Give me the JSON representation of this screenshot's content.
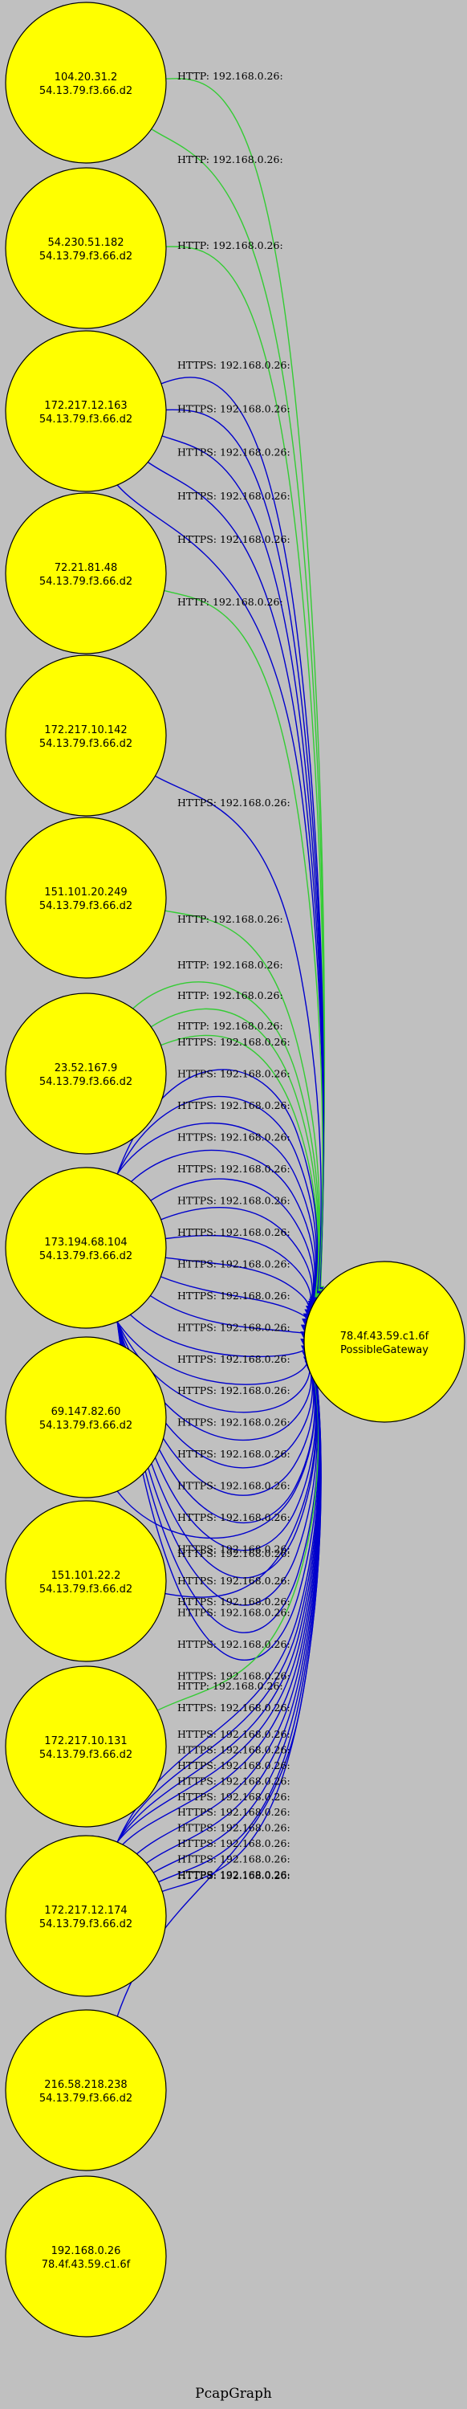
{
  "title": "PcapGraph",
  "colors": {
    "background": "#c0c0c0",
    "node_fill": "#ffff00",
    "node_stroke": "#000000",
    "http_edge": "#33cc33",
    "https_edge": "#0000cc"
  },
  "nodes": [
    {
      "id": "n1",
      "l1": "104.20.31.2",
      "l2": "54.13.79.f3.66.d2"
    },
    {
      "id": "n2",
      "l1": "54.230.51.182",
      "l2": "54.13.79.f3.66.d2"
    },
    {
      "id": "n3",
      "l1": "172.217.12.163",
      "l2": "54.13.79.f3.66.d2"
    },
    {
      "id": "n4",
      "l1": "72.21.81.48",
      "l2": "54.13.79.f3.66.d2"
    },
    {
      "id": "n5",
      "l1": "172.217.10.142",
      "l2": "54.13.79.f3.66.d2"
    },
    {
      "id": "n6",
      "l1": "151.101.20.249",
      "l2": "54.13.79.f3.66.d2"
    },
    {
      "id": "n7",
      "l1": "23.52.167.9",
      "l2": "54.13.79.f3.66.d2"
    },
    {
      "id": "n8",
      "l1": "173.194.68.104",
      "l2": "54.13.79.f3.66.d2"
    },
    {
      "id": "n9",
      "l1": "69.147.82.60",
      "l2": "54.13.79.f3.66.d2"
    },
    {
      "id": "n10",
      "l1": "151.101.22.2",
      "l2": "54.13.79.f3.66.d2"
    },
    {
      "id": "n11",
      "l1": "172.217.10.131",
      "l2": "54.13.79.f3.66.d2"
    },
    {
      "id": "n12",
      "l1": "172.217.12.174",
      "l2": "54.13.79.f3.66.d2"
    },
    {
      "id": "n13",
      "l1": "216.58.218.238",
      "l2": "54.13.79.f3.66.d2"
    },
    {
      "id": "n14",
      "l1": "192.168.0.26",
      "l2": "78.4f.43.59.c1.6f"
    },
    {
      "id": "gw",
      "l1": "78.4f.43.59.c1.6f",
      "l2": "PossibleGateway"
    }
  ],
  "edges": [
    {
      "from": "n1",
      "type": "http",
      "label": "HTTP: 192.168.0.26:"
    },
    {
      "from": "n1",
      "type": "http",
      "label": "HTTP: 192.168.0.26:"
    },
    {
      "from": "n2",
      "type": "http",
      "label": "HTTP: 192.168.0.26:"
    },
    {
      "from": "n3",
      "type": "https",
      "label": "HTTPS: 192.168.0.26:"
    },
    {
      "from": "n3",
      "type": "https",
      "label": "HTTPS: 192.168.0.26:"
    },
    {
      "from": "n3",
      "type": "https",
      "label": "HTTPS: 192.168.0.26:"
    },
    {
      "from": "n3",
      "type": "https",
      "label": "HTTPS: 192.168.0.26:"
    },
    {
      "from": "n3",
      "type": "https",
      "label": "HTTPS: 192.168.0.26:"
    },
    {
      "from": "n4",
      "type": "http",
      "label": "HTTP: 192.168.0.26:"
    },
    {
      "from": "n5",
      "type": "https",
      "label": "HTTPS: 192.168.0.26:"
    },
    {
      "from": "n6",
      "type": "http",
      "label": "HTTP: 192.168.0.26:"
    },
    {
      "from": "n7",
      "type": "http",
      "label": "HTTP: 192.168.0.26:"
    },
    {
      "from": "n7",
      "type": "http",
      "label": "HTTP: 192.168.0.26:"
    },
    {
      "from": "n7",
      "type": "http",
      "label": "HTTP: 192.168.0.26:"
    },
    {
      "from": "n8",
      "type": "https",
      "label": "HTTPS: 192.168.0.26:"
    },
    {
      "from": "n8",
      "type": "https",
      "label": "HTTPS: 192.168.0.26:"
    },
    {
      "from": "n8",
      "type": "https",
      "label": "HTTPS: 192.168.0.26:"
    },
    {
      "from": "n8",
      "type": "https",
      "label": "HTTPS: 192.168.0.26:"
    },
    {
      "from": "n8",
      "type": "https",
      "label": "HTTPS: 192.168.0.26:"
    },
    {
      "from": "n8",
      "type": "https",
      "label": "HTTPS: 192.168.0.26:"
    },
    {
      "from": "n8",
      "type": "https",
      "label": "HTTPS: 192.168.0.26:"
    },
    {
      "from": "n8",
      "type": "https",
      "label": "HTTPS: 192.168.0.26:"
    },
    {
      "from": "n8",
      "type": "https",
      "label": "HTTPS: 192.168.0.26:"
    },
    {
      "from": "n8",
      "type": "https",
      "label": "HTTPS: 192.168.0.26:"
    },
    {
      "from": "n8",
      "type": "https",
      "label": "HTTPS: 192.168.0.26:"
    },
    {
      "from": "n8",
      "type": "https",
      "label": "HTTPS: 192.168.0.26:"
    },
    {
      "from": "n8",
      "type": "https",
      "label": "HTTPS: 192.168.0.26:"
    },
    {
      "from": "n8",
      "type": "https",
      "label": "HTTPS: 192.168.0.26:"
    },
    {
      "from": "n8",
      "type": "https",
      "label": "HTTPS: 192.168.0.26:"
    },
    {
      "from": "n8",
      "type": "https",
      "label": "HTTPS: 192.168.0.26:"
    },
    {
      "from": "n8",
      "type": "https",
      "label": "HTTPS: 192.168.0.26:"
    },
    {
      "from": "n8",
      "type": "https",
      "label": "HTTPS: 192.168.0.26:"
    },
    {
      "from": "n8",
      "type": "https",
      "label": "HTTPS: 192.168.0.26:"
    },
    {
      "from": "n8",
      "type": "https",
      "label": "HTTPS: 192.168.0.26:"
    },
    {
      "from": "n8",
      "type": "https",
      "label": "HTTPS: 192.168.0.26:"
    },
    {
      "from": "n8",
      "type": "https",
      "label": "HTTPS: 192.168.0.26:"
    },
    {
      "from": "n9",
      "type": "https",
      "label": "HTTPS: 192.168.0.26:"
    },
    {
      "from": "n10",
      "type": "https",
      "label": "HTTPS: 192.168.0.26:"
    },
    {
      "from": "n11",
      "type": "http",
      "label": "HTTP: 192.168.0.26:"
    },
    {
      "from": "n12",
      "type": "https",
      "label": "HTTPS: 192.168.0.26:"
    },
    {
      "from": "n12",
      "type": "https",
      "label": "HTTPS: 192.168.0.26:"
    },
    {
      "from": "n12",
      "type": "https",
      "label": "HTTPS: 192.168.0.26:"
    },
    {
      "from": "n12",
      "type": "https",
      "label": "HTTPS: 192.168.0.26:"
    },
    {
      "from": "n12",
      "type": "https",
      "label": "HTTPS: 192.168.0.26:"
    },
    {
      "from": "n12",
      "type": "https",
      "label": "HTTPS: 192.168.0.26:"
    },
    {
      "from": "n12",
      "type": "https",
      "label": "HTTPS: 192.168.0.26:"
    },
    {
      "from": "n12",
      "type": "https",
      "label": "HTTPS: 192.168.0.26:"
    },
    {
      "from": "n12",
      "type": "https",
      "label": "HTTPS: 192.168.0.26:"
    },
    {
      "from": "n12",
      "type": "https",
      "label": "HTTPS: 192.168.0.26:"
    },
    {
      "from": "n13",
      "type": "https",
      "label": "HTTPS: 192.168.0.26:"
    }
  ]
}
